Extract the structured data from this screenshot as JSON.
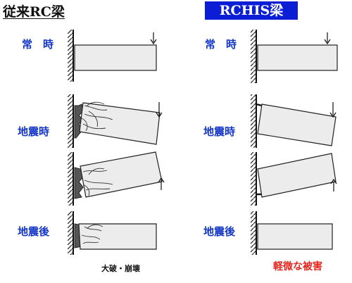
{
  "left": {
    "title": "従来RC梁",
    "caption": "大破・崩壊"
  },
  "right": {
    "title": "RCHIS梁",
    "caption": "軽微な被害"
  },
  "states": {
    "normal": "常　時",
    "earthquake": "地震時",
    "after": "地震後"
  },
  "colors": {
    "beam_fill": "#ececec",
    "title_bg": "#0b1ed6",
    "state_text": "#1537c8",
    "caption_red": "#e8261e"
  }
}
